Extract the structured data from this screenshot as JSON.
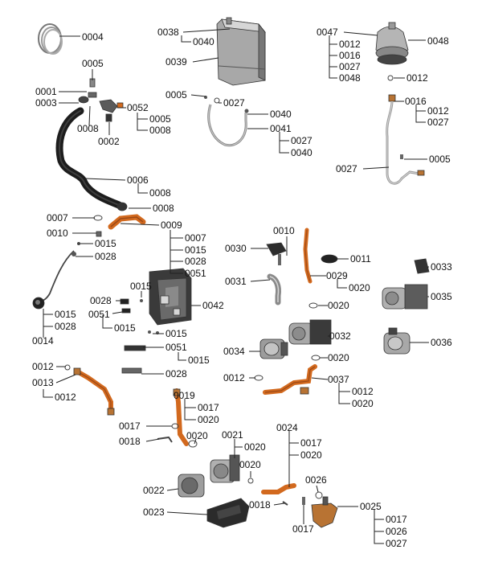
{
  "colors": {
    "copper": "#d2691e",
    "copper_dark": "#9c4a17",
    "grey_light": "#d6d6d6",
    "grey_mid": "#a8a8a8",
    "grey_dark": "#5c5c5c",
    "black": "#1d1d1d",
    "line": "#222222"
  },
  "labels": {
    "l0004": "0004",
    "l0005a": "0005",
    "l0001": "0001",
    "l0003": "0003",
    "l0008a": "0008",
    "l0002": "0002",
    "l0052": "0052",
    "l0005b": "0005",
    "l0008b": "0008",
    "l0006": "0006",
    "l0008c": "0008",
    "l0008d": "0008",
    "l0007": "0007",
    "l0009": "0009",
    "l0010a": "0010",
    "l0007b": "0007",
    "l0015a": "0015",
    "l0015b": "0015",
    "l0028a": "0028",
    "l0028b": "0028",
    "l0051a": "0051",
    "l0014": "0014",
    "l0015c": "0015",
    "l0028c": "0028",
    "l0015d": "0015",
    "l0042": "0042",
    "l0028d": "0028",
    "l0051b": "0051",
    "l0015e": "0015",
    "l0015f": "0015",
    "l0051c": "0051",
    "l0015g": "0015",
    "l0028e": "0028",
    "l0012a": "0012",
    "l0013": "0013",
    "l0012b": "0012",
    "l0038": "0038",
    "l0040a": "0040",
    "l0039": "0039",
    "l0005c": "0005",
    "l0027a": "0027",
    "l0040b": "0040",
    "l0041": "0041",
    "l0027b": "0027",
    "l0040c": "0040",
    "l0047": "0047",
    "l0012c": "0012",
    "l0016a": "0016",
    "l0027c": "0027",
    "l0048a": "0048",
    "l0048b": "0048",
    "l0012d": "0012",
    "l0016b": "0016",
    "l0012e": "0012",
    "l0027d": "0027",
    "l0005d": "0005",
    "l0027e": "0027",
    "l0010b": "0010",
    "l0030": "0030",
    "l0011": "0011",
    "l0033": "0033",
    "l0031": "0031",
    "l0029": "0029",
    "l0020a": "0020",
    "l0020b": "0020",
    "l0035": "0035",
    "l0032": "0032",
    "l0034": "0034",
    "l0020c": "0020",
    "l0036": "0036",
    "l0012f": "0012",
    "l0037": "0037",
    "l0012g": "0012",
    "l0020d": "0020",
    "l0019": "0019",
    "l0017a": "0017",
    "l0020e": "0020",
    "l0017b": "0017",
    "l0020f": "0020",
    "l0018a": "0018",
    "l0021": "0021",
    "l0020g": "0020",
    "l0020h": "0020",
    "l0024": "0024",
    "l0017c": "0017",
    "l0020i": "0020",
    "l0026a": "0026",
    "l0022": "0022",
    "l0023": "0023",
    "l0018b": "0018",
    "l0025": "0025",
    "l0017d": "0017",
    "l0017e": "0017",
    "l0026b": "0026",
    "l0027f": "0027"
  }
}
